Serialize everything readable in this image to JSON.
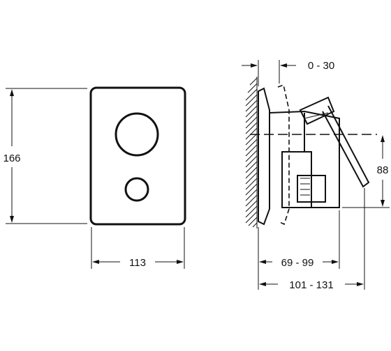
{
  "front_view": {
    "height_label": "166",
    "width_label": "113"
  },
  "side_view": {
    "adjust_label": "0 - 30",
    "height_label": "88",
    "depth_inner_label": "69 - 99",
    "depth_total_label": "101 - 131"
  }
}
